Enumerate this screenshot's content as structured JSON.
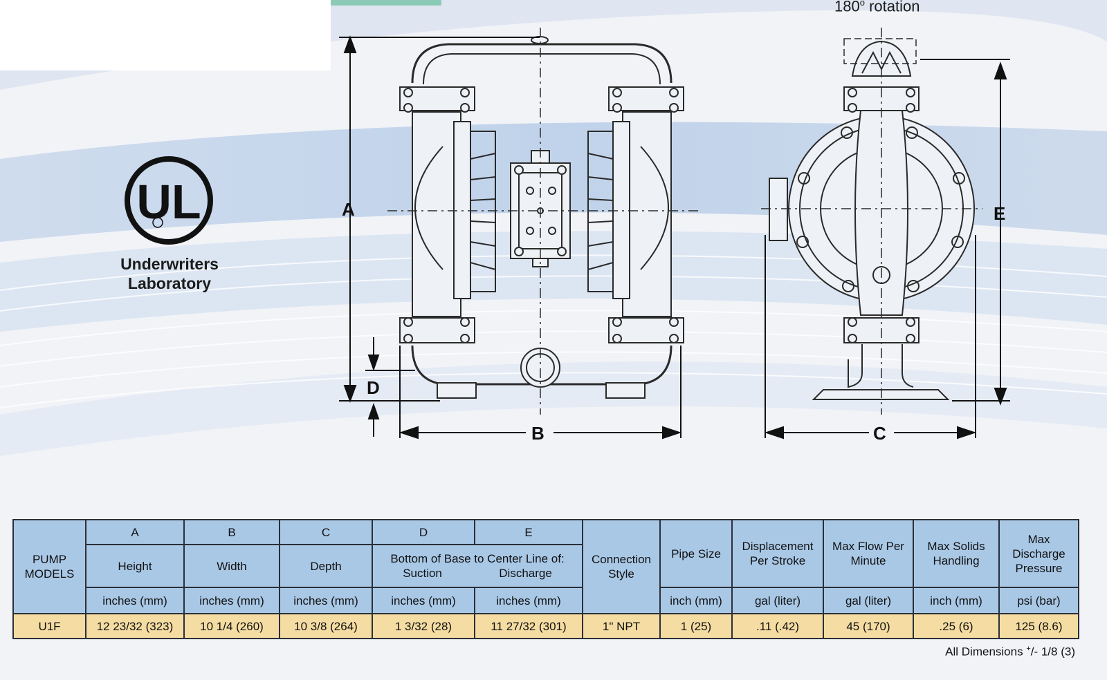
{
  "ul_logo": {
    "mark_letters": "UL",
    "caption_line1": "Underwriters",
    "caption_line2": "Laboratory"
  },
  "drawing": {
    "rotation_value": "180",
    "rotation_degree": "o",
    "rotation_word": "rotation",
    "dimension_letters": {
      "a": "A",
      "b": "B",
      "c": "C",
      "d": "D",
      "e": "E"
    }
  },
  "table": {
    "header_top": {
      "models": "PUMP MODELS",
      "a": "A",
      "b": "B",
      "c": "C",
      "d": "D",
      "e": "E",
      "connection": "Connection Style",
      "pipe": "Pipe Size",
      "displacement": "Displacement Per Stroke",
      "flow": "Max Flow Per Minute",
      "solids": "Max Solids Handling",
      "pressure": "Max Discharge Pressure"
    },
    "header_names": {
      "height": "Height",
      "width": "Width",
      "depth": "Depth",
      "bottom_line": "Bottom of Base to Center Line of:",
      "suction": "Suction",
      "discharge": "Discharge"
    },
    "units": {
      "a": "inches (mm)",
      "b": "inches (mm)",
      "c": "inches (mm)",
      "d": "inches (mm)",
      "e": "inches (mm)",
      "pipe": "inch (mm)",
      "displacement": "gal (liter)",
      "flow": "gal (liter)",
      "solids": "inch (mm)",
      "pressure": "psi (bar)"
    },
    "row": {
      "model": "U1F",
      "height": "12 23/32 (323)",
      "width": "10 1/4 (260)",
      "depth": "10 3/8 (264)",
      "suction": "1 3/32 (28)",
      "discharge": "11 27/32 (301)",
      "connection": "1\" NPT",
      "pipe": "1 (25)",
      "displacement": ".11 (.42)",
      "flow": "45 (170)",
      "solids": ".25 (6)",
      "pressure": "125 (8.6)"
    }
  },
  "footnote": {
    "prefix": "All Dimensions ",
    "plus": "+",
    "rest": "/- 1/8 (3)"
  },
  "colors": {
    "header_fill": "#a9c8e6",
    "row_fill": "#f4dca2",
    "ink": "#111111"
  }
}
